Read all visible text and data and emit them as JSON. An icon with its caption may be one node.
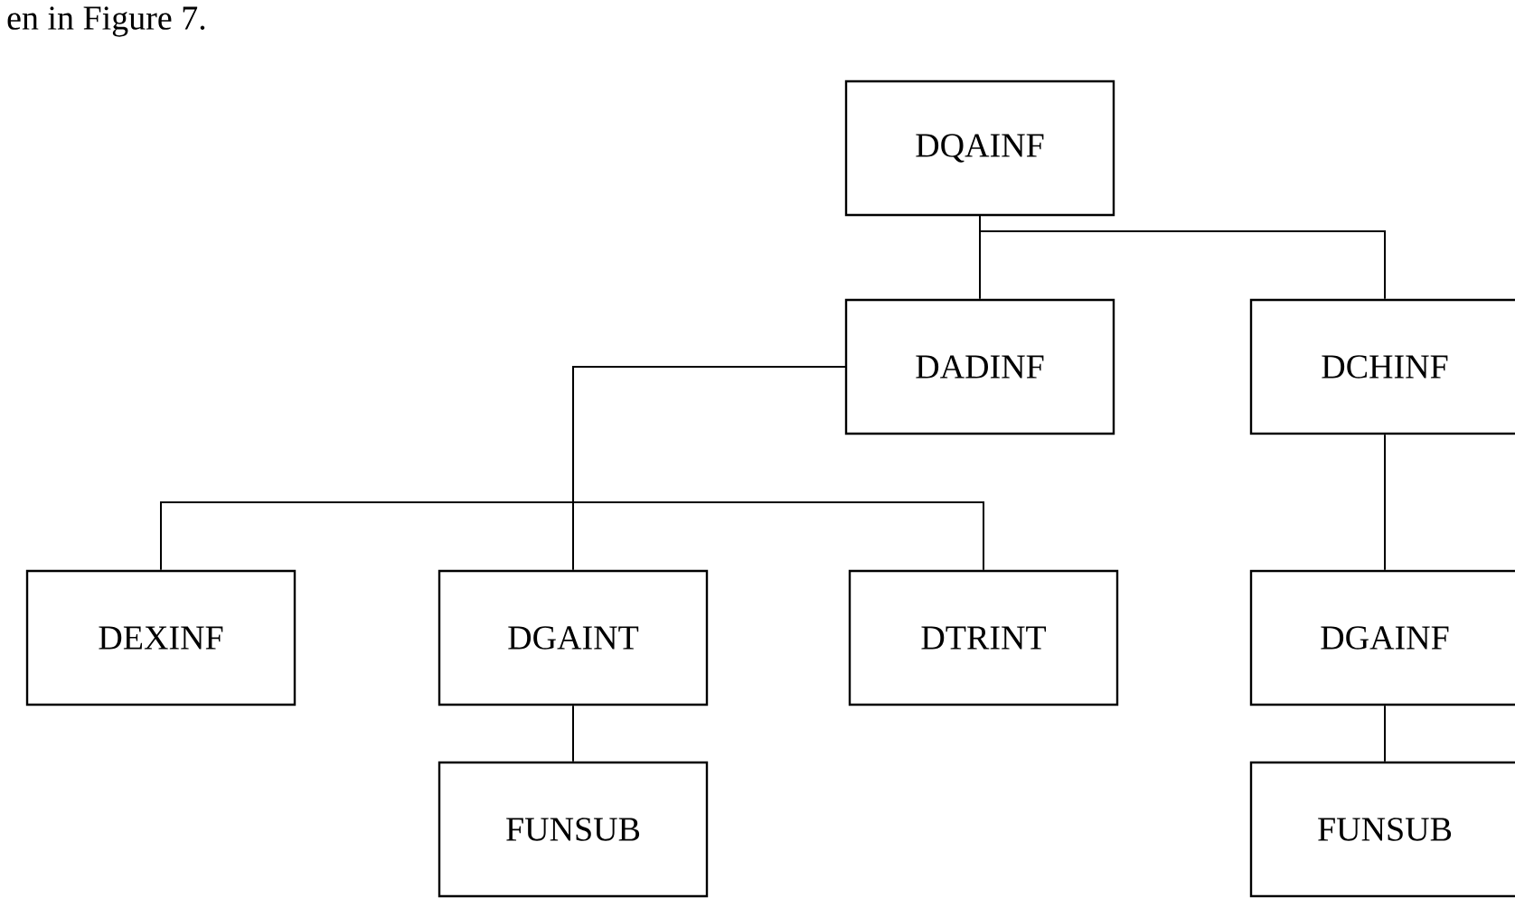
{
  "diagram": {
    "nodes": [
      {
        "text": [
          "DQAINF"
        ]
      },
      {
        "text": [
          "DADINF"
        ]
      },
      {
        "text": [
          "DCHINF"
        ]
      },
      {
        "text": [
          "DEXINF"
        ]
      },
      {
        "text": [
          "DGAINT"
        ]
      },
      {
        "text": [
          "DTRINT"
        ]
      },
      {
        "text": [
          "DGAINF"
        ]
      },
      {
        "text": [
          "FUNSUB"
        ]
      },
      {
        "text": [
          "FUNSUB"
        ]
      }
    ],
    "edges": [
      {
        "from": 0,
        "to": 1,
        "arrow": "none"
      },
      {
        "from": 0,
        "to": 2,
        "arrow": "none"
      },
      {
        "from": 1,
        "to": 3,
        "arrow": "none"
      },
      {
        "from": 1,
        "to": 4,
        "arrow": "none"
      },
      {
        "from": 1,
        "to": 5,
        "arrow": "none"
      },
      {
        "from": 4,
        "to": 7,
        "arrow": "none"
      },
      {
        "from": 2,
        "to": 6,
        "arrow": "none"
      },
      {
        "from": 6,
        "to": 8,
        "arrow": "none"
      }
    ],
    "labels": [
      "en in Figure 7."
    ]
  }
}
